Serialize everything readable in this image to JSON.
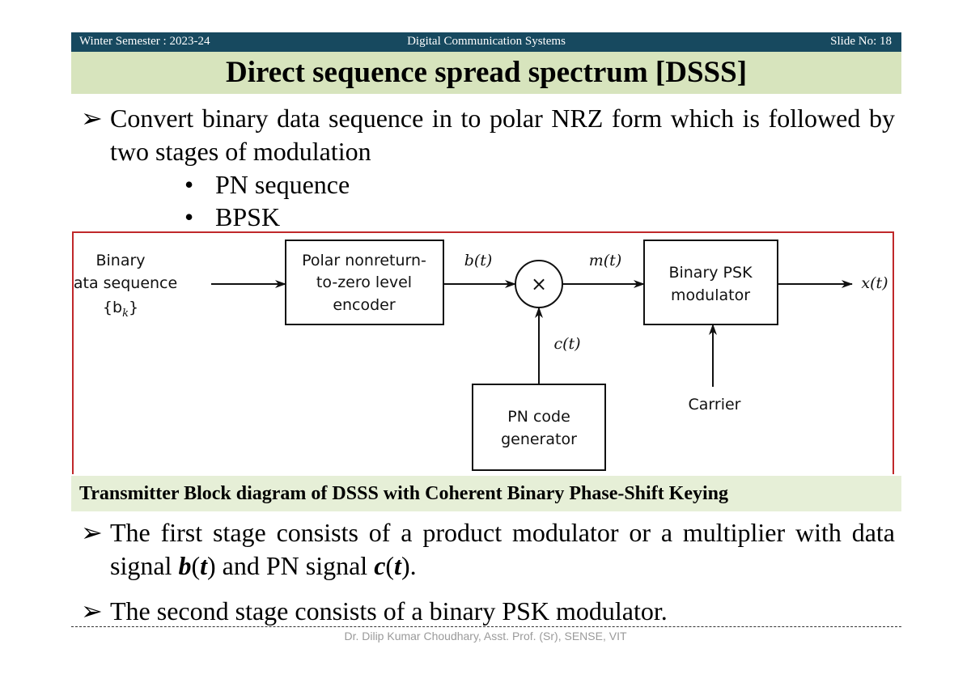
{
  "header": {
    "left": "Winter Semester : 2023-24",
    "center": "Digital Communication Systems",
    "right": "Slide No: 18"
  },
  "title": "Direct sequence spread spectrum [DSSS]",
  "bullets": {
    "arrow": "➢",
    "b1": "Convert binary data sequence in to polar NRZ form which is followed by two stages of modulation",
    "sub1": "PN sequence",
    "sub2": "BPSK",
    "sub_marker": "•",
    "b2_part1": "The first stage consists of a product modulator or a multiplier with data signal ",
    "b2_sym1": "b",
    "b2_mid": ") and PN signal ",
    "b2_sym2": "c",
    "b2_end": ").",
    "b2_t": "t",
    "b2_paren": "(",
    "b3": "The second stage consists of a binary PSK modulator."
  },
  "diagram": {
    "input_label_1": "Binary",
    "input_label_2": "data sequence",
    "input_label_3": "{b",
    "input_label_3_sub": "k",
    "input_label_3_end": "}",
    "encoder_1": "Polar nonreturn-",
    "encoder_2": "to-zero level",
    "encoder_3": "encoder",
    "multiplier_symbol": "×",
    "bt": "b(t)",
    "mt": "m(t)",
    "ct": "c(t)",
    "xt": "x(t)",
    "psk_1": "Binary PSK",
    "psk_2": "modulator",
    "pn_1": "PN code",
    "pn_2": "generator",
    "carrier": "Carrier"
  },
  "caption": "Transmitter Block diagram of DSSS with Coherent Binary Phase-Shift Keying",
  "footer": "Dr. Dilip Kumar Choudhary, Asst. Prof. (Sr), SENSE, VIT"
}
